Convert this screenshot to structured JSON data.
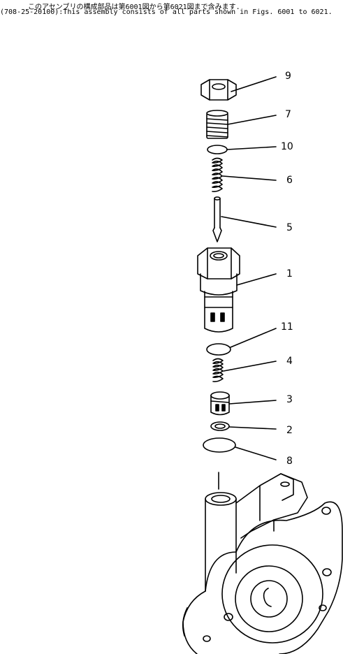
{
  "header": {
    "line1": "このアセンブリの構成部品は第6001図から第6021図まで含みます.",
    "line2": "(708-25-20100):This assembly consists of all parts shown in Figs. 6001 to 6021."
  },
  "callouts": [
    "9",
    "7",
    "10",
    "6",
    "5",
    "1",
    "11",
    "4",
    "3",
    "2",
    "8"
  ],
  "colors": {
    "ink": "#000000",
    "paper": "#ffffff"
  }
}
